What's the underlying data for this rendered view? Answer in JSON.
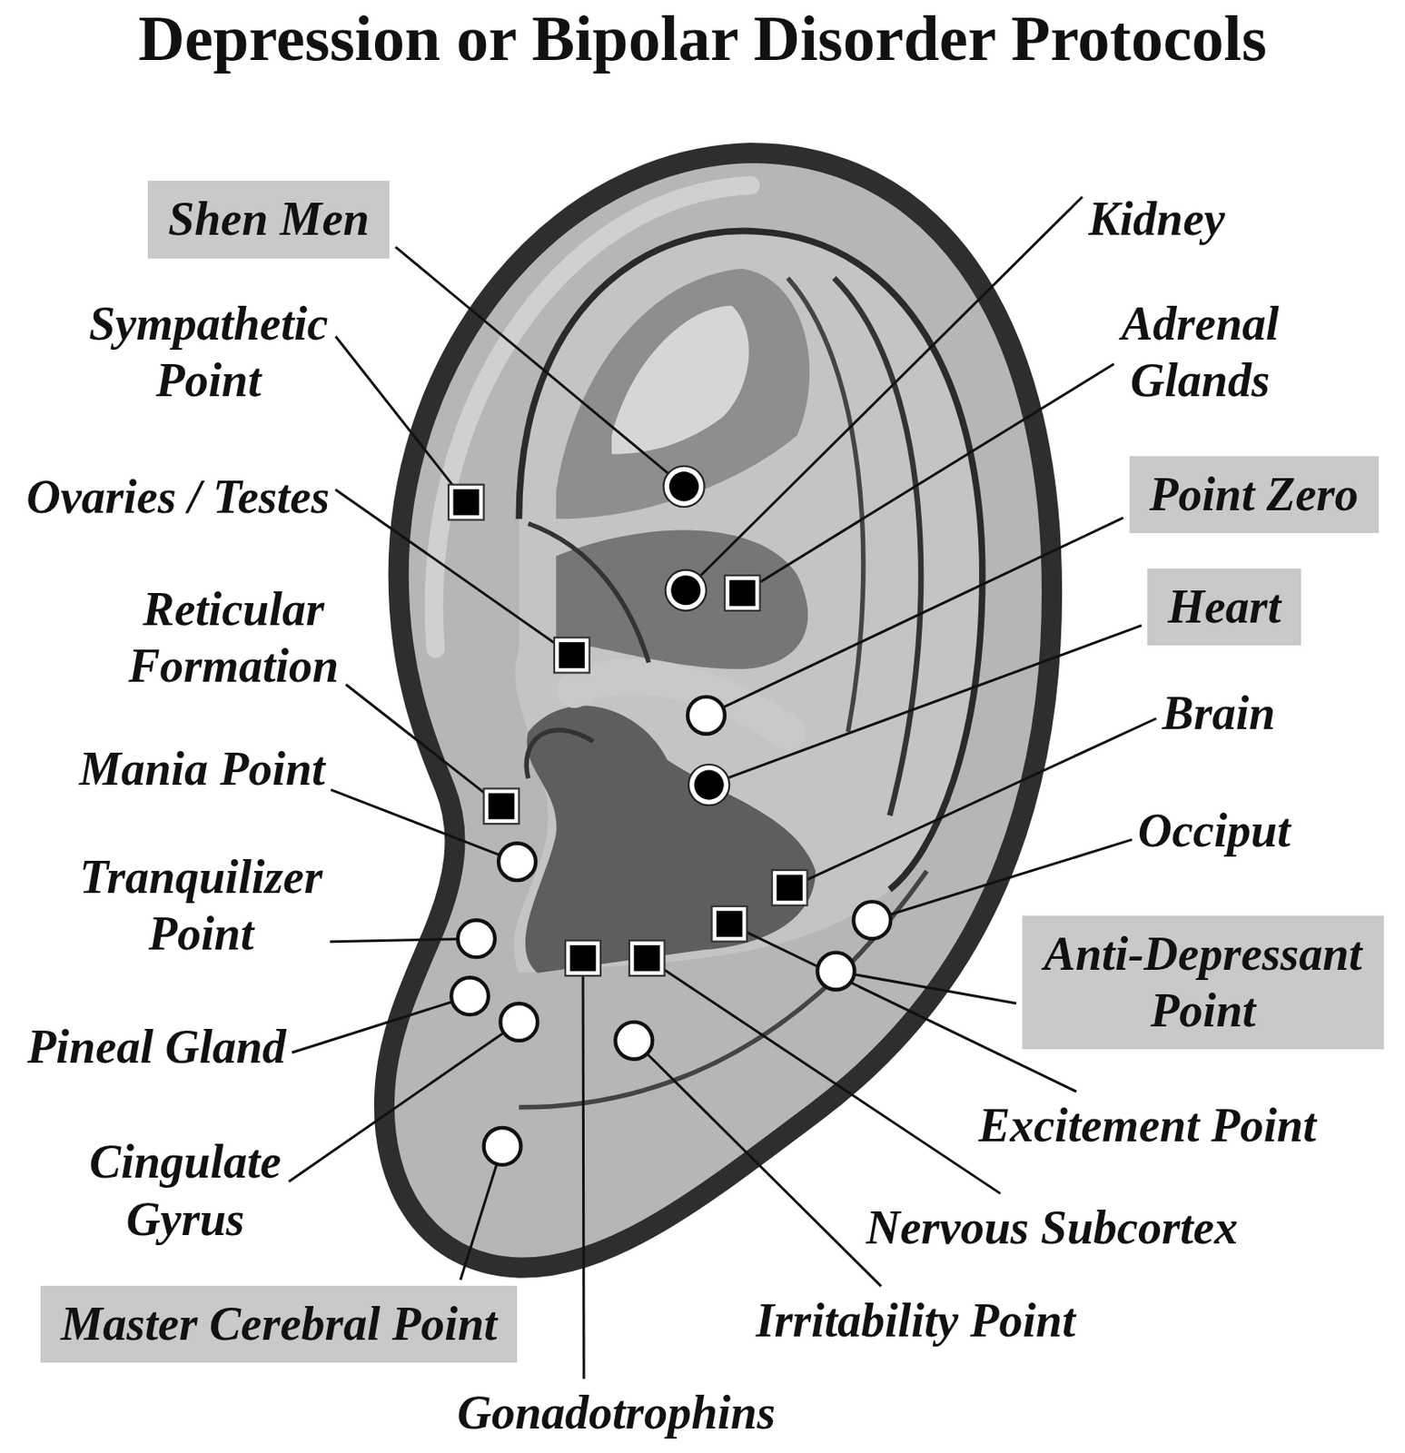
{
  "diagram": {
    "title": "Depression or Bipolar Disorder Protocols",
    "nodes": [
      {
        "text": [
          "Shen Men"
        ]
      },
      {
        "text": [
          "Point Zero"
        ]
      },
      {
        "text": [
          "Heart"
        ]
      },
      {
        "text": [
          "Anti-Depressant Point"
        ]
      },
      {
        "text": [
          "Master Cerebral Point"
        ]
      }
    ],
    "labels": [
      "Kidney",
      "Sympathetic Point",
      "Adrenal Glands",
      "Ovaries / Testes",
      "Reticular Formation",
      "Brain",
      "Mania Point",
      "Occiput",
      "Tranquilizer Point",
      "Pineal Gland",
      "Excitement Point",
      "Cingulate Gyrus",
      "Nervous Subcortex",
      "Irritability Point",
      "Gonadotrophins"
    ]
  }
}
